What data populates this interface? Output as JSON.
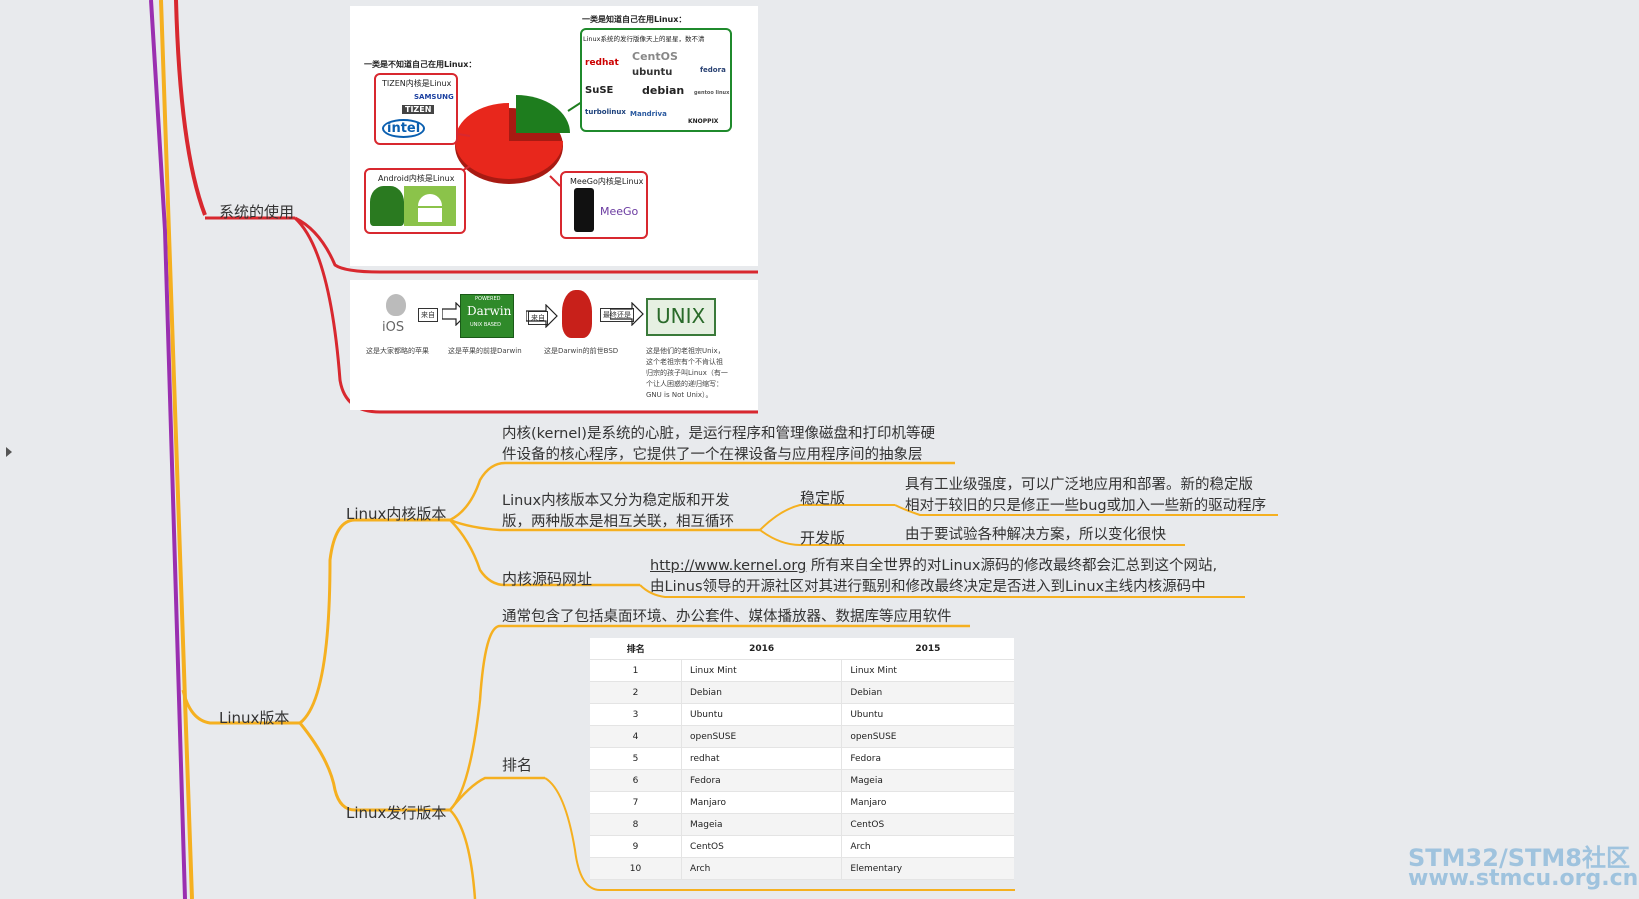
{
  "nodes": {
    "system_usage": "系统的使用",
    "linux_versions": "Linux版本",
    "kernel_versions": "Linux内核版本",
    "distro_versions": "Linux发行版本",
    "kernel_desc_1": "内核(kernel)是系统的心脏，是运行程序和管理像磁盘和打印机等硬",
    "kernel_desc_2": "件设备的核心程序，它提供了一个在裸设备与应用程序间的抽象层",
    "kernel_split_1": "Linux内核版本又分为稳定版和开发",
    "kernel_split_2": "版，两种版本是相互关联，相互循环",
    "stable": "稳定版",
    "stable_desc_1": "具有工业级强度，可以广泛地应用和部署。新的稳定版",
    "stable_desc_2": "相对于较旧的只是修正一些bug或加入一些新的驱动程序",
    "dev": "开发版",
    "dev_desc": "由于要试验各种解决方案，所以变化很快",
    "source_url_label": "内核源码网址",
    "source_url": "http://www.kernel.org",
    "source_desc_1": " 所有来自全世界的对Linux源码的修改最终都会汇总到这个网站,",
    "source_desc_2": "由Linus领导的开源社区对其进行甄别和修改最终决定是否进入到Linux主线内核源码中",
    "distro_desc": "通常包含了包括桌面环境、办公套件、媒体播放器、数据库等应用软件",
    "ranking": "排名"
  },
  "image1": {
    "unaware_title": "一类是不知道自己在用Linux：",
    "aware_title": "一类是知道自己在用Linux：",
    "aware_note": "Linux系统的发行版像天上的星星，数不清",
    "tizen_title": "TIZEN内核是Linux",
    "android_title": "Android内核是Linux",
    "meego_title": "MeeGo内核是Linux",
    "logos_left": [
      "SAMSUNG",
      "TIZEN",
      "intel"
    ],
    "logos_right": [
      "redhat",
      "CentOS",
      "ubuntu",
      "fedora",
      "SuSE",
      "debian",
      "gentoo linux",
      "turbolinux",
      "Mandriva",
      "KNOPPIX"
    ],
    "meego_logo": "MeeGo",
    "pie": {
      "unaware": 0.78,
      "aware": 0.22
    },
    "colors": {
      "unaware": "#e8271c",
      "aware": "#1e7d1e"
    }
  },
  "image2": {
    "ios": "iOS",
    "darwin_logo": "Darwin",
    "darwin_top": "POWERED",
    "darwin_sub": "UNIX BASED",
    "unix_logo": "UNIX",
    "arrow1": "来自",
    "arrow2": "来自",
    "arrow3": "最终还是",
    "cap_ios": "这是大家都略的苹果",
    "cap_darwin": "这是苹果的前提Darwin",
    "cap_bsd": "这是Darwin的前世BSD",
    "cap_unix": [
      "这是他们的老祖宗Unix，",
      "这个老祖宗有个不肯认祖",
      "归宗的孩子叫Linux（有一",
      "个让人困惑的递归缩写：",
      "GNU is Not Unix）。"
    ]
  },
  "table": {
    "headers": [
      "排名",
      "2016",
      "2015"
    ],
    "rows": [
      [
        "1",
        "Linux Mint",
        "Linux Mint"
      ],
      [
        "2",
        "Debian",
        "Debian"
      ],
      [
        "3",
        "Ubuntu",
        "Ubuntu"
      ],
      [
        "4",
        "openSUSE",
        "openSUSE"
      ],
      [
        "5",
        "redhat",
        "Fedora"
      ],
      [
        "6",
        "Fedora",
        "Mageia"
      ],
      [
        "7",
        "Manjaro",
        "Manjaro"
      ],
      [
        "8",
        "Mageia",
        "CentOS"
      ],
      [
        "9",
        "CentOS",
        "Arch"
      ],
      [
        "10",
        "Arch",
        "Elementary"
      ]
    ]
  },
  "watermark": {
    "line1": "STM32/STM8社区",
    "line2": "www.stmcu.org.cn"
  },
  "colors": {
    "red_branch": "#d8282f",
    "yellow_branch": "#f5b020",
    "purple_branch": "#9a2fb0"
  }
}
